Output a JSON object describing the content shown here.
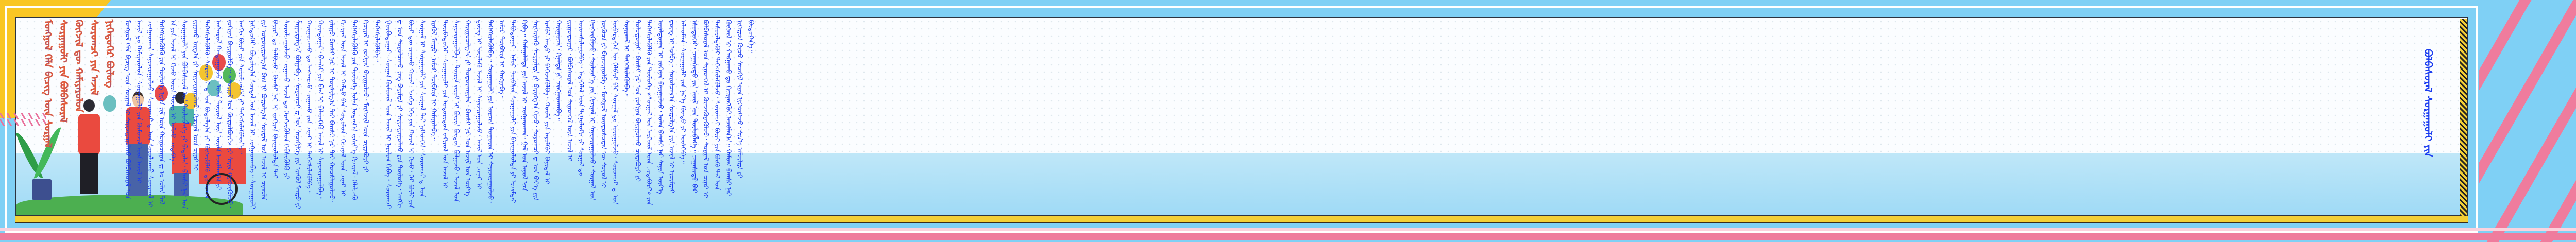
{
  "title": {
    "lines": [
      "ᠪᠣᠯᠪᠠᠰᠤᠷᠠᠯ ᠰᠤᠷᠭᠠᠭᠤᠯᠢ ᠶᠢᠨ"
    ]
  },
  "left_heading": {
    "lines": [
      "ᠮᠣᠩᠭᠣᠯ ᠬᠡᠯᠡ ᠪᠢᠴᠢᠭ ᠦᠨ ᠰᠤᠷᠭᠠᠯ",
      "ᠰᠤᠷᠭᠠᠭᠤᠯᠢ ᠶᠢᠨ ᠪᠣᠯᠪᠠᠰᠤᠷᠠᠯ",
      "ᠬᠥᠭᠵᠢᠯ ᠳᠦ ᠬᠠᠮᠢᠶᠠᠷᠤᠯᠤᠨ",
      "ᠰᠤᠷᠤᠭᠴᠢ ᠶᠢᠨ ᠠᠵᠢᠯ",
      "ᠨᠢᠭᠡᠳᠦᠭᠡᠷ ᠪᠦᠯᠦᠭ"
    ]
  },
  "body": {
    "paragraphs": [
      "ᠮᠣᠩᠭᠣᠯ ᠬᠡᠯᠡ ᠪᠢᠴᠢᠭ ᠦᠨ ᠰᠤᠷᠭᠠᠯ ᠢ ᠰᠠᠶᠢᠵᠢᠷᠠᠭᠤᠯᠬᠤ ᠪᠣᠯᠪᠠᠰᠤᠷᠠᠯ ᠤᠨ ᠠᠵᠢᠯ ᠳᠤ ᠬᠠᠮᠢᠶᠠᠷᠤᠯᠤᠨ᠂ ᠰᠤᠷᠭᠠᠭᠤᠯᠢ ᠶᠢᠨ ᠬᠦᠮᠦᠵᠢᠯ ᠦᠨ ᠠᠵᠢᠯ ᠢ ᠴᠢᠩᠭᠠᠳᠬᠠᠨ ᠰᠠᠶᠢᠵᠢᠷᠠᠭᠤᠯᠵᠤ᠂ ᠰᠤᠷᠤᠭᠴᠢ ᠳ ᠤᠨ ᠰᠤᠷᠤᠯᠴᠠᠬᠤ ᠰᠣᠨᠢᠷᠬᠠᠯ ᠢ ᠳᠡᠭᠡᠭᠰᠢᠯᠡᠭᠦᠯᠬᠦ ᠶᠢᠨ ᠲᠥᠯᠥᠭᠡ ᠨᠢᠭᠡᠨ ᠵᠢᠯ ᠦᠨ ᠬᠤᠭᠤᠴᠠᠭᠠᠨ ᠳ ᠤ ᠣᠯᠠᠨ ᠲᠠᠯ ᠠ ᠶᠢᠨ ᠠᠵᠢᠯ ᠢ ᠬᠢᠵᠦ ᠦᠷᠡ ᠳᠦᠩ ᠢ ᠣᠯᠵᠤ ᠴᠢᠳᠠᠪᠠ᠃",
      "ᠰᠤᠷᠭᠠᠭᠤᠯᠢ ᠶᠢᠨ ᠪᠣᠯᠪᠠᠰᠤᠷᠠᠯ ᠤᠨ ᠲᠥᠯᠥᠪᠯᠡᠭᠡ ᠶᠢ ᠪᠠᠲᠤᠯᠠᠨ᠂ ᠪᠠᠭᠰᠢ ᠨᠠᠷ ᠤᠨ ᠵᠢᠭᠠᠬᠤ ᠠᠷᠭ᠎ᠠ ᠶᠢ ᠰᠠᠶᠢᠵᠢᠷᠠᠭᠤᠯᠬᠤ᠂ ᠬᠢᠴᠢᠶᠡᠯ ᠦᠨ ᠴᠢᠨᠠᠷ ᠢ ᠳᠡᠭᠡᠭᠰᠢᠯᠡᠭᠦᠯᠬᠦ᠂ ᠰᠤᠷᠤᠭᠴᠢ ᠳ ᠤᠨ ᠪᠣᠳᠤᠯᠭ᠎ᠠ ᠶᠢ ᠬᠥᠭᠵᠢᠭᠦᠯᠬᠦ ᠳᠤ ᠣᠨᠴᠠ ᠠᠩᠬᠠᠷᠤᠯ ᠬᠠᠨᠳᠤᠭᠤᠯᠵᠤ᠂ ᠣᠯᠠᠨ ᠲᠥᠷᠥᠯ ᠦᠨ ᠦᠢᠯᠡ ᠠᠵᠢᠯᠯᠠᠭ᠎ᠠ ᠶᠢ ᠵᠣᠬᠢᠶᠠᠨ ᠪᠠᠶᠢᠭᠤᠯᠪᠠ᠃ «ᠰᠤᠷᠭᠠᠯ ᠤᠨ ᠬᠥᠲᠥᠯᠪᠦᠷᠢ» ᠶᠢ ᠰᠠᠶᠢᠨ ᠬᠡᠷᠡᠭᠵᠢᠭᠦᠯᠵᠦ᠂ ᠠᠩᠭᠢ ᠪᠦᠷᠢ ᠶᠢᠨ ᠰᠤᠷᠤᠯᠴᠠᠭ᠎ᠠ ᠶᠢ ᠳᠡᠭᠡᠭᠰᠢᠯᠡᠭᠦᠯᠦᠨ᠎ᠡ᠃",
      "ᠨᠢᠭᠡᠳᠦᠭᠡᠷ᠂ ᠪᠣᠳᠤᠯᠭ᠎ᠠ ᠰᠤᠷᠲᠠᠯ ᠤᠨ ᠠᠵᠢᠯ ᠢ ᠴᠢᠩᠭᠠᠳᠬᠠᠪᠠ᠃ ᠰᠤᠷᠭᠠᠭᠤᠯᠢ ᠶᠢᠨ ᠤᠳᠤᠷᠢᠳᠤᠯᠭ᠎ᠠ ᠪᠠᠭ ᠨᠢ ᠪᠣᠳᠤᠯᠭ᠎ᠠ ᠰᠤᠷᠲᠠᠯ ᠤᠨ ᠠᠵᠢᠯ ᠢ ᠴᠢᠬᠤᠯᠠ ᠪᠠᠶᠢᠷᠢ ᠳᠤ ᠲᠠᠯᠪᠢᠵᠤ᠂ ᠪᠠᠭᠰᠢ ᠨᠠᠷ ᠢ ᠵᠣᠬᠢᠶᠠᠨ ᠪᠠᠶᠢᠭᠤᠯᠤᠯᠲᠠ ᠲᠠᠶ ᠰᠤᠷᠤᠯᠴᠠᠭᠤᠯᠵᠤ᠂ ᠵᠢᠭᠠᠬᠤ ᠠᠵᠢᠯ ᠳᠤ ᠬᠡᠷᠡᠭᠵᠢᠭᠦᠯᠦᠨ ᠬᠡᠪᠰᠢᠭᠦᠯᠬᠦ ᠶᠢ ᠱᠠᠭᠠᠷᠳᠠᠯᠭ᠎ᠠ ᠪᠣᠯᠭᠠᠪᠠ᠃ ᠰᠤᠷᠤᠭᠴᠢ ᠳ ᠤᠨ ᠰᠡᠳᠬᠢᠯᠭᠡ ᠶᠢᠨ ᠡᠷᠡᠭᠦᠯ ᠮᠡᠨᠳᠦ ᠶᠢ ᠬᠠᠷᠢᠭᠤᠴᠠᠬᠤ ᠳᠤ ᠠᠩᠬᠠᠷᠴᠤ᠂ ᠵᠢᠭᠠᠬᠤ ᠶᠢᠨ ᠴᠢᠨᠠᠷ ᠢ ᠳᠡᠭᠡᠭᠰᠢᠯᠡᠭᠦᠯᠪᠡ᠃",
      "ᠬᠣᠶᠠᠳᠤᠭᠠᠷ᠂ ᠪᠠᠭᠰᠢ ᠶᠢᠨ ᠪᠠᠭ ᠢ ᠪᠡᠯᠡᠳᠭᠡᠬᠦ ᠠᠵᠢᠯ ᠢ ᠰᠠᠶᠢᠵᠢᠷᠠᠭᠤᠯᠪᠠ᠃ ᠵᠠᠯᠠᠭᠤ ᠪᠠᠭᠰᠢ ᠨᠠᠷ ᠢ ᠲᠤᠷᠰᠢᠯᠭ᠎ᠠ ᠲᠠᠶ ᠪᠠᠭᠰᠢ ᠨᠠᠷ ᠲᠠᠶ ᠬᠣᠣᠰᠯᠠᠭᠤᠯᠵᠤ᠂ ᠬᠢᠴᠢᠶᠡᠯ ᠦᠨ ᠠᠵᠢᠯ ᠢ ᠬᠠᠮᠲᠤ ᠪᠡᠨ ᠰᠤᠳᠤᠯᠤᠨ᠂ ᠬᠢᠴᠢᠶᠡᠯ ᠦᠨ ᠴᠢᠨᠠᠷ ᠢ ᠳᠡᠭᠡᠭᠰᠢᠯᠡᠭᠦᠯᠬᠦ ᠶᠢᠨ ᠲᠥᠯᠥᠭᠡ ᠣᠯᠠᠨ ᠤᠳᠠᠭ᠎ᠠ ᠵᠢᠱᠢᠶ᠎ᠡ ᠬᠢᠴᠢᠶᠡᠯ᠂ ᠬᠡᠯᠡᠯᠴᠡᠬᠦ ᠬᠢᠴᠢᠶᠡᠯ ᠢ ᠵᠣᠬᠢᠶᠠᠨ ᠪᠠᠶᠢᠭᠤᠯᠵᠤ᠂ ᠮᠡᠷᠭᠡᠵᠢᠯ ᠦᠨ ᠴᠢᠳᠠᠪᠤᠷᠢ ᠶᠢ ᠳᠡᠭᠡᠭᠰᠢᠯᠡᠭᠦᠯᠪᠡ᠃",
      "ᠭᠤᠷᠪᠠᠳᠤᠭᠠᠷ᠂ ᠰᠤᠷᠭᠠᠨ ᠬᠦᠮᠦᠵᠢᠯ ᠦᠨ ᠠᠵᠢᠯ ᠢ ᠨᠠᠷᠢᠯᠢᠭ ᠬᠢᠪᠡ᠃ ᠰᠤᠷᠤᠭᠴᠢ ᠳ ᠤᠨ ᠰᠤᠷᠤᠯᠴᠠᠬᠤ ᠵᠠᠩ ᠪᠠᠷᠢᠮᠲᠠ ᠶᠢ ᠰᠠᠶᠢᠵᠢᠷᠠᠭᠤᠯᠬᠤ ᠶᠢᠨ ᠲᠥᠯᠥᠭᠡ᠂ ᠠᠩᠭᠢ ᠪᠦᠷᠢ ᠳᠦ ᠵᠢᠭᠠᠬᠤ ᠬᠤᠷᠠᠯ᠂ ᠡᠴᠢᠭᠡ ᠡᠬᠡ ᠶᠢᠨ ᠬᠤᠷᠠᠯ ᠢ ᠬᠢᠵᠦ᠂ ᠭᠡᠷ ᠪᠦᠯᠢ ᠶᠢᠨ ᠰᠤᠷᠭᠠᠯ ᠢ ᠰᠤᠷᠭᠠᠭᠤᠯᠢ ᠶᠢᠨ ᠰᠤᠷᠭᠠᠯ ᠲᠠᠶ ᠨᠢᠭᠡᠳᠭᠡᠨ᠂ ᠰᠤᠷᠤᠭᠴᠢ ᠳ ᠤᠨ ᠡᠷᠡᠭᠦᠯ ᠮᠡᠨᠳᠦ᠂ ᠠᠮᠤᠷ ᠲᠦᠪᠰᠢᠨ ᠢ ᠬᠠᠮᠠᠭᠠᠯᠠᠪᠠ᠃",
      "ᠳᠥᠷᠪᠡᠳᠦᠭᠡᠷ᠂ ᠰᠤᠷᠭᠠᠭᠤᠯᠢ ᠶᠢᠨ ᠤᠳᠤᠷᠢᠳᠤᠨ ᠵᠠᠬᠢᠷᠤᠯ ᠤᠨ ᠠᠵᠢᠯ ᠢ ᠰᠠᠶᠢᠵᠢᠷᠠᠭᠤᠯᠪᠠ᠃ ᠳᠦᠷᠢᠮ ᠵᠢᠷᠤᠮ ᠢ ᠪᠦᠷᠢᠨ ᠪᠦᠲᠦᠨ ᠪᠣᠯᠭᠠᠵᠤ᠂ ᠠᠵᠢᠯ ᠤᠨ ᠬᠠᠷᠢᠭᠤᠴᠠᠯᠭ᠎ᠠ ᠶᠢ ᠲᠣᠳᠤᠷᠬᠠᠶᠢᠯᠠᠨ᠂ ᠪᠠᠭᠰᠢ ᠨᠠᠷ ᠤᠨ ᠠᠵᠢᠯ ᠤᠨ ᠦᠷ᠎ᠡ ᠳ᠋ᠦᠩ ᠢ ᠦᠨᠡᠯᠡᠬᠦ ᠠᠵᠢᠯ ᠢ ᠰᠠᠶᠢᠵᠢᠷᠠᠭᠤᠯᠵᠤ᠂ ᠠᠵᠢᠯ ᠤᠨ ᠴᠢᠨᠠᠷ ᠢ ᠳᠡᠭᠡᠭᠰᠢᠯᠡᠭᠦᠯᠪᠡ᠃ ᠰᠤᠷᠭᠠᠭᠤᠯᠢ ᠶᠢᠨ ᠣᠷᠴᠢᠨ ᠲᠣᠭᠣᠷᠢᠨ ᠢ ᠰᠠᠶᠢᠵᠢᠷᠠᠭᠤᠯᠵᠤ᠂ ᠠᠮᠤᠷ ᠲᠦᠪᠰᠢᠨ ᠢ ᠬᠠᠩᠭᠠᠪᠠ᠃",
      "ᠲᠠᠪᠤᠳᠤᠭᠠᠷ᠂ ᠠᠮᠤᠷ ᠲᠦᠪᠰᠢᠨ ᠰᠤᠷᠭᠠᠭᠤᠯᠢ ᠶᠢᠨ ᠪᠠᠶᠢᠭᠤᠯᠤᠯᠲᠠ ᠶᠢ ᠡᠷᠴᠢᠮᠳᠡᠢ ᠬᠢᠪᠡ᠃ ᠬᠠᠮᠠᠭᠠᠯᠠᠯᠲᠠ ᠶᠢᠨ ᠠᠵᠢᠯ ᠢ ᠴᠢᠩᠭᠠᠳᠬᠠᠨ᠂ ᠭᠠᠯ ᠤᠨ ᠠᠶᠤᠯ ᠡᠴᠡ ᠰᠡᠷᠭᠡᠢᠯᠡᠬᠦ ᠰᠤᠷᠭᠠᠯᠲᠠ ᠶᠢ ᠪᠠᠶᠢᠩᠭ᠎ᠠ ᠬᠢᠵᠦ᠂ ᠰᠤᠷᠤᠭᠴᠢ ᠳ ᠤᠨ ᠪᠡᠶ᠎ᠡ ᠶᠢᠨ ᠡᠷᠡᠭᠦᠯ ᠮᠡᠨᠳᠦ ᠶᠢ ᠪᠡᠬᠢᠵᠢᠭᠦᠯᠪᠡ᠃ ᠬᠣᠣᠯᠠ ᠶᠢᠨ ᠠᠶᠤᠯᠭᠦᠢ ᠪᠠᠶᠢᠳᠠᠯ ᠢ ᠬᠠᠷᠢᠭᠤᠴᠠᠨ᠂ ᠬᠢᠨᠠᠯᠲᠠ ᠶᠢ ᠴᠢᠩᠭᠠᠳᠬᠠᠪᠠ᠃",
      "ᠵᠢᠷᠭᠤᠳᠤᠭᠠᠷ᠂ ᠪᠣᠯᠪᠠᠰᠤᠷᠠᠯ ᠤᠨ ᠰᠢᠨᠡᠳᠬᠡᠯ ᠦᠨ ᠠᠵᠢᠯ ᠢ ᠤᠷᠤᠭᠰᠢᠯᠠᠭᠤᠯᠪᠠ᠃ ᠮᠡᠳᠡᠭᠡᠯᠡᠯ ᠦᠨ ᠲᠧᠭᠨᠣᠯᠣᠭᠢ ᠶᠢ ᠰᠤᠷᠭᠠᠯ ᠳᠤ ᠬᠡᠷᠡᠭᠵᠢᠭᠦᠯᠵᠦ᠂ ᠰᠦᠯᠵᠢᠶ᠎ᠡ ᠶᠢᠨ ᠬᠢᠴᠢᠶᠡᠯ ᠢ ᠰᠠᠶᠢᠵᠢᠷᠠᠭᠤᠯᠵᠤ᠂ ᠰᠤᠷᠭᠠᠯ ᠤᠨ ᠨᠥᠭᠥᠴᠡ ᠶᠢ ᠪᠠᠶᠠᠵᠢᠭᠤᠯᠪᠠ᠃ ᠮᠣᠩᠭᠣᠯ ᠦᠨᠳᠦᠰᠦᠲᠡᠨ ᠦ ᠰᠣᠶᠣᠯ ᠢ ᠥᠪᠡᠷᠲᠡᠭᠡᠨ ᠦ ᠬᠡᠯᠪᠡᠷᠢ ᠪᠡᠷ ᠰᠤᠷᠭᠠᠯ ᠳᠤ ᠣᠷᠤᠭᠤᠯᠵᠤ᠂ ᠰᠤᠷᠤᠭᠴᠢ ᠳ ᠤᠨ ᠰᠣᠨᠢᠷᠬᠠᠯ ᠢ ᠳᠡᠭᠡᠭᠰᠢᠯᠡᠭᠦᠯᠪᠡ᠃",
      "ᠳᠣᠯᠣᠳᠤᠭᠠᠷ᠂ ᠪᠠᠭᠰᠢ ᠨᠠᠷ ᠤᠨ ᠵᠣᠬᠢᠶᠠᠨ ᠪᠠᠶᠢᠭᠤᠯᠬᠤ ᠴᠢᠳᠠᠪᠤᠷᠢ ᠶᠢ ᠳᠡᠭᠡᠭᠰᠢᠯᠡᠭᠦᠯᠬᠦ ᠶᠢᠨ ᠲᠥᠯᠥᠭᠡ «ᠰᠤᠷᠭᠠᠯ ᠤᠨ ᠮᠡᠷᠭᠡᠵᠢᠯ ᠦᠨ ᠴᠢᠳᠠᠪᠤᠷᠢ» ᠶᠢᠨ ᠤᠷᠠᠯᠳᠤᠭᠠᠨ ᠢ ᠵᠣᠬᠢᠶᠠᠨ ᠪᠠᠶᠢᠭᠤᠯᠵᠤ᠂ ᠣᠯᠠᠨ ᠪᠠᠭᠰᠢ ᠨᠠᠷ ᠰᠠᠶᠢᠨ ᠦᠷ᠎ᠡ ᠳ᠋ᠦᠩ ᠢ ᠣᠯᠪᠠ᠃ ᠰᠤᠷᠤᠯᠴᠠᠭ᠎ᠠ ᠰᠤᠳᠤᠯᠭ᠎ᠠ ᠶᠢᠨ ᠠᠵᠢᠯ ᠢ ᠡᠷᠴᠢᠮᠳᠡᠢ ᠠᠯᠬᠤᠮᠯᠠᠨ᠂ ᠰᠤᠷᠭᠠᠭᠤᠯᠢ ᠶᠢᠨ ᠨᠡᠷ᠎ᠡ ᠬᠦᠨᠳᠦ ᠶᠢ ᠥᠰᠬᠡᠪᠡ᠃",
      "ᠡᠰᠦᠳᠦᠭᠡᠷ᠂ ᠴᠠᠭᠠᠰᠢᠳᠤ ᠶᠢᠨ ᠠᠵᠢᠯ ᠤᠨ ᠲᠥᠯᠥᠪᠯᠡᠭᠡ᠃ ᠴᠠᠭᠠᠰᠢᠳᠤ ᠪᠠᠷ ᠪᠣᠯᠪᠠᠰᠤᠷᠠᠯ ᠤᠨ ᠰᠢᠨᠡᠳᠬᠡᠯ ᠢ ᠭᠦᠨᠵᠡᠭᠦᠷᠡᠭᠦᠯᠵᠦ᠂ ᠰᠤᠷᠭᠠᠯ ᠤᠨ ᠴᠢᠨᠠᠷ ᠢ ᠲᠠᠰᠤᠷᠠᠯᠲᠠᠭᠦᠢ ᠳᠡᠭᠡᠭᠰᠢᠯᠡᠭᠦᠯᠵᠦ᠂ ᠰᠤᠷᠤᠭᠴᠢ ᠪᠦᠷᠢ ᠶᠢᠨ ᠪᠦᠬᠦ ᠲᠠᠯ ᠤᠨ ᠬᠥᠭᠵᠢᠯ ᠢ ᠬᠠᠩᠭᠠᠬᠤ ᠳᠤ ᠬᠢᠴᠢᠶᠡᠩᠭᠦᠢ ᠠᠵᠢᠯᠯᠠᠨ᠎ᠠ᠃ ᠬᠠᠮᠤᠭ ᠪᠠᠭᠰᠢ ᠨᠠᠷ ᠨᠢᠭᠡᠳᠦᠨ ᠬᠦᠴᠦ ᠰᠡᠳᠬᠢᠯ ᠢᠶᠡᠨ ᠨᠢᠭᠡᠳᠬᠡᠵᠦ᠂ ᠰᠢᠨ᠎ᠡ ᠠᠮᠵᠢᠯᠲᠠ ᠶᠢ ᠪᠦᠲᠦᠭᠡᠨ᠎ᠡ᠃"
    ]
  }
}
